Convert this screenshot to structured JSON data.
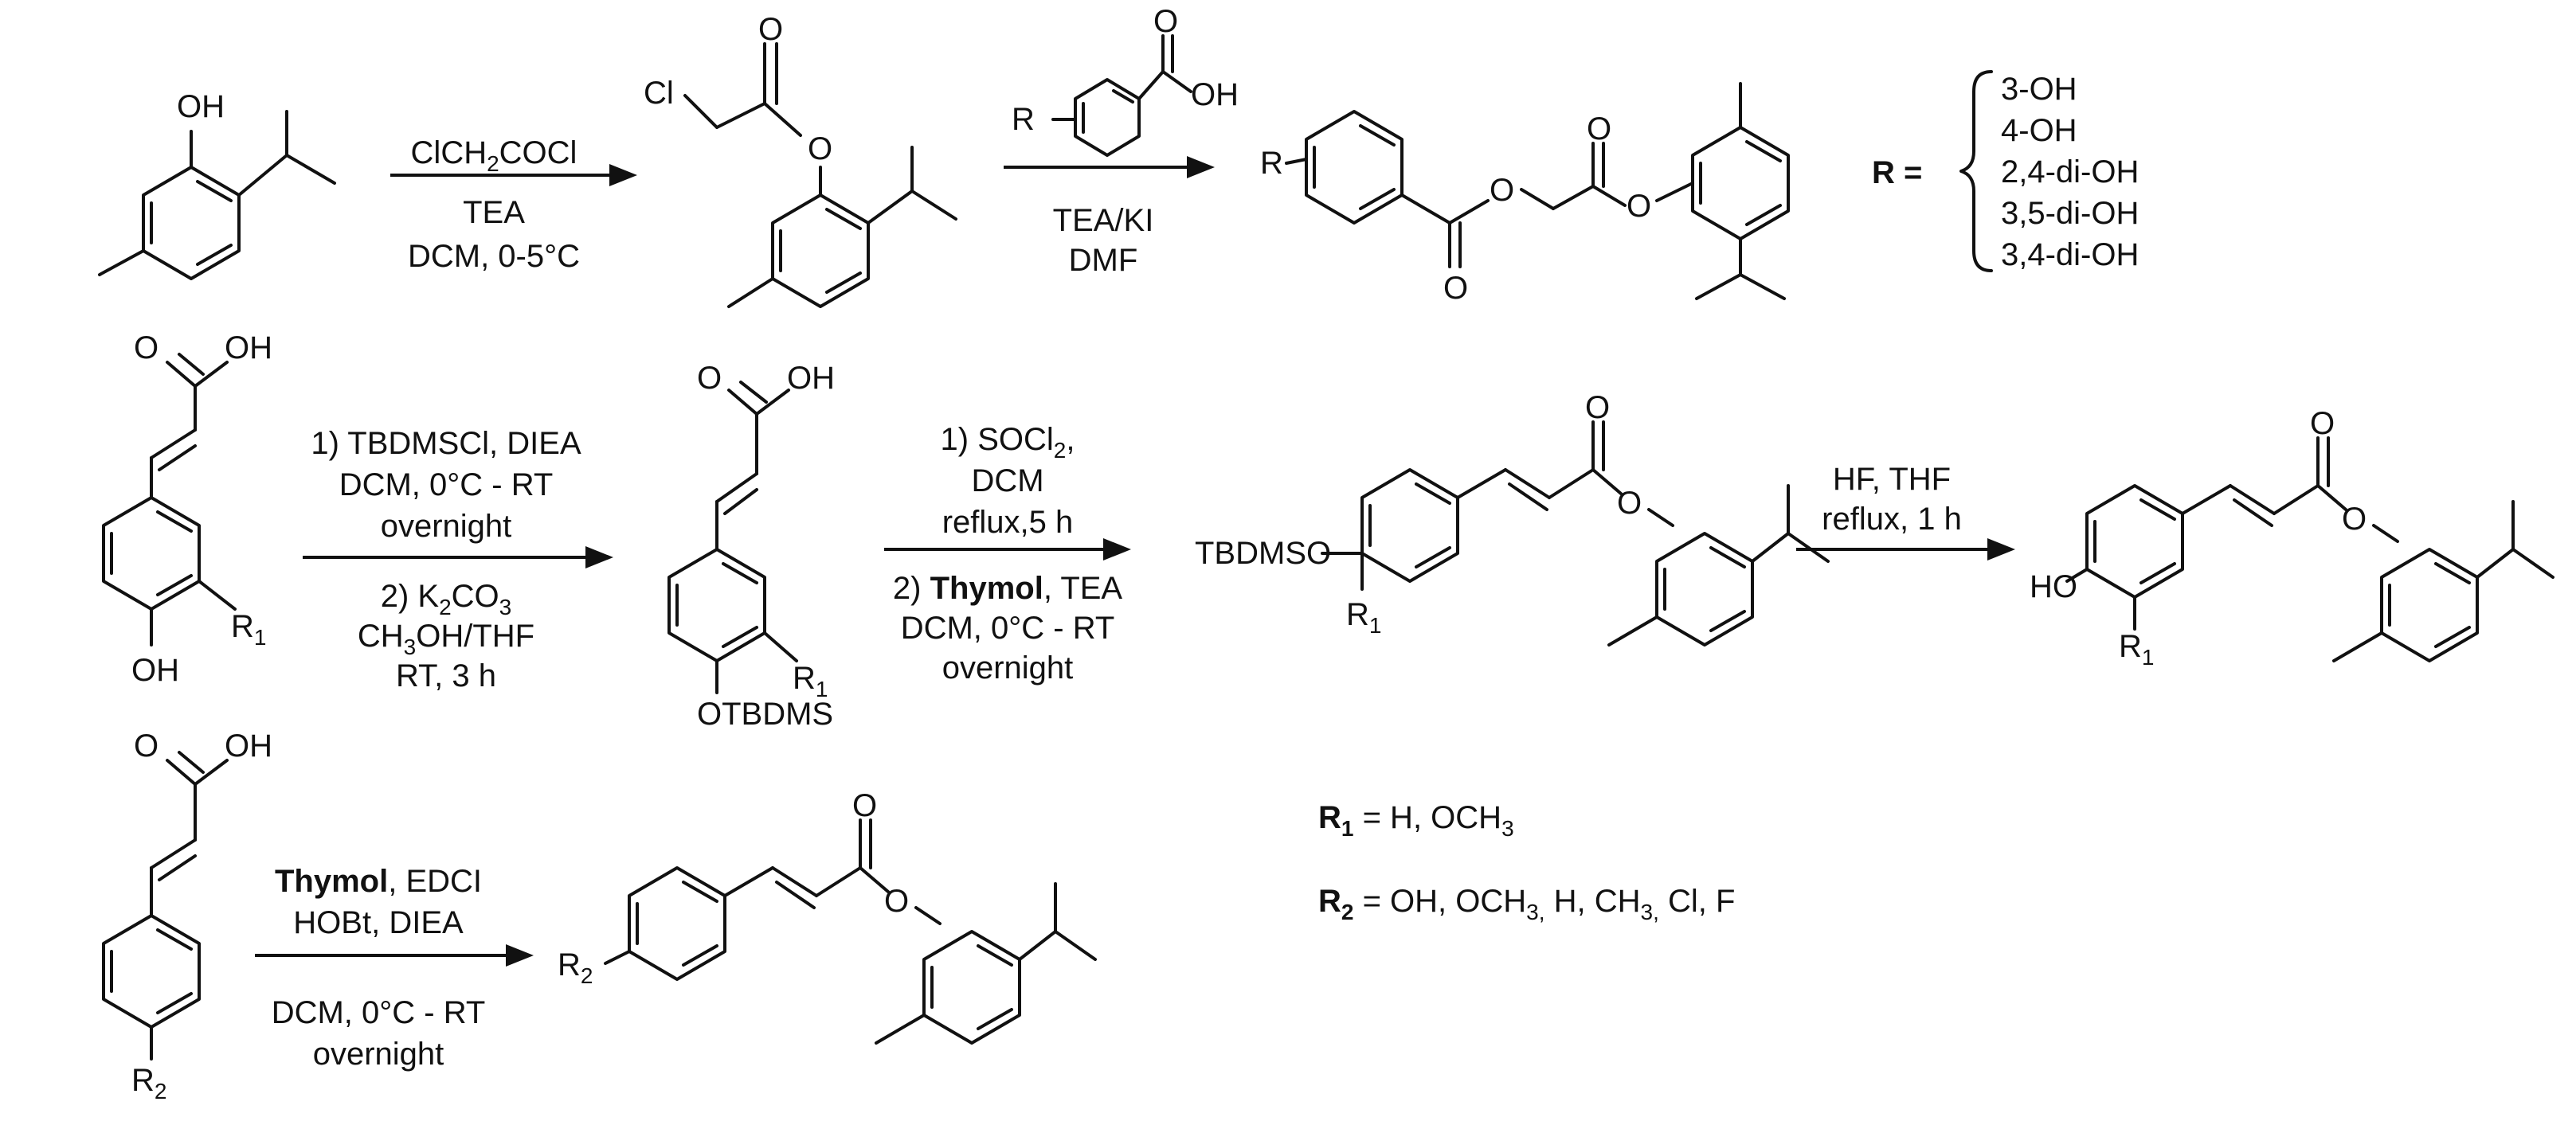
{
  "scheme": {
    "row1": {
      "reagent1": {
        "c1": "ClCH",
        "c1_sub": "2",
        "c1_tail": "COCl",
        "c2": "TEA",
        "c3": "DCM, 0-5°C"
      },
      "reagent2": {
        "c1": "TEA/KI",
        "c2": "DMF"
      },
      "r_definition": {
        "label": "R =",
        "values": [
          "3-OH",
          "4-OH",
          "2,4-di-OH",
          "3,5-di-OH",
          "3,4-di-OH"
        ]
      }
    },
    "row2": {
      "reagent1": {
        "c1": "1) TBDMSCl, DIEA",
        "c2": "DCM, 0°C - RT",
        "c3": "overnight",
        "c4_pre": "2) K",
        "c4_sub": "2",
        "c4_post": "CO",
        "c4_sub2": "3",
        "c5_pre": "CH",
        "c5_sub": "3",
        "c5_post": "OH/THF",
        "c6": "RT, 3 h"
      },
      "reagent2": {
        "c1_pre": "1) SOCl",
        "c1_sub": "2",
        "c1_post": ",",
        "c2": "DCM",
        "c3": "reflux,5 h",
        "c4_num": "2)",
        "c4_bold": "Thymol",
        "c4_rest": ", TEA",
        "c5": "DCM, 0°C - RT",
        "c6": "overnight"
      },
      "reagent3": {
        "c1": "HF, THF",
        "c2": "reflux, 1 h"
      }
    },
    "row3": {
      "reagent1": {
        "c1_bold": "Thymol",
        "c1_rest": ", EDCI",
        "c2": "HOBt, DIEA",
        "c3": "DCM, 0°C - RT",
        "c4": "overnight"
      }
    },
    "definitions": {
      "r1": {
        "label": "R",
        "sub": "1",
        "text_pre": " = H, OCH",
        "text_sub": "3"
      },
      "r2": {
        "label": "R",
        "sub": "2",
        "text_pre": " = OH, OCH",
        "sub_a": "3,",
        "text_mid": " H, CH",
        "sub_b": "3,",
        "text_post": " Cl, F"
      }
    },
    "atoms": {
      "OH": "OH",
      "O": "O",
      "Cl": "Cl",
      "R": "R",
      "HO": "HO",
      "TBDMSO": "TBDMSO",
      "OTBDMS": "OTBDMS",
      "R1": "R",
      "R1_sub": "1",
      "R2": "R",
      "R2_sub": "2"
    }
  }
}
